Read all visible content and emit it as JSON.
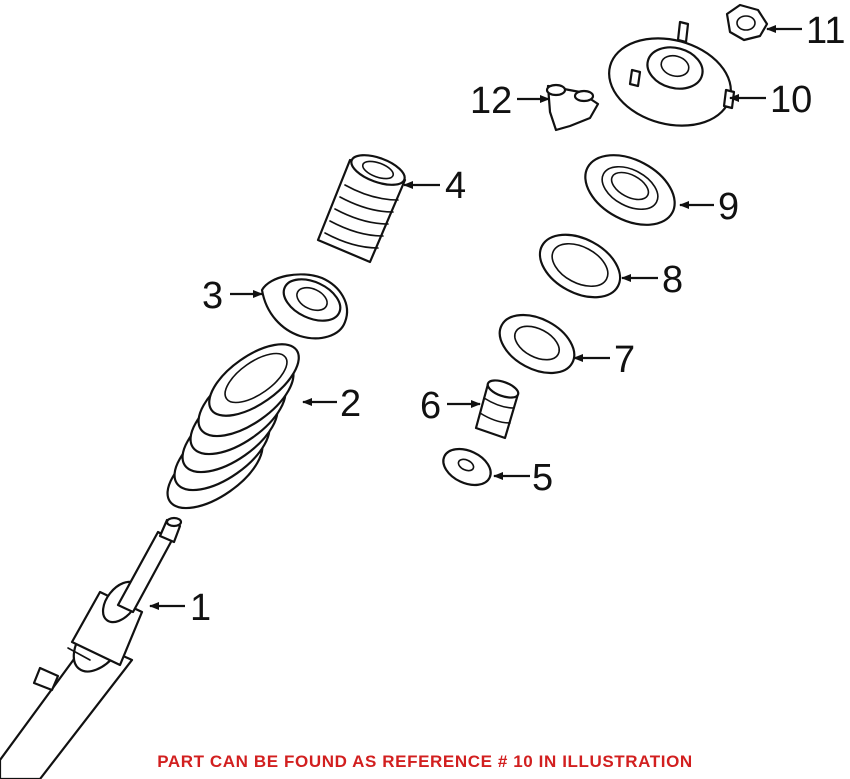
{
  "callouts": {
    "c1": "1",
    "c2": "2",
    "c3": "3",
    "c4": "4",
    "c5": "5",
    "c6": "6",
    "c7": "7",
    "c8": "8",
    "c9": "9",
    "c10": "10",
    "c11": "11",
    "c12": "12"
  },
  "caption": "PART CAN BE FOUND AS REFERENCE # 10 IN ILLUSTRATION",
  "colors": {
    "caption": "#d21f1f",
    "line": "#111111"
  }
}
